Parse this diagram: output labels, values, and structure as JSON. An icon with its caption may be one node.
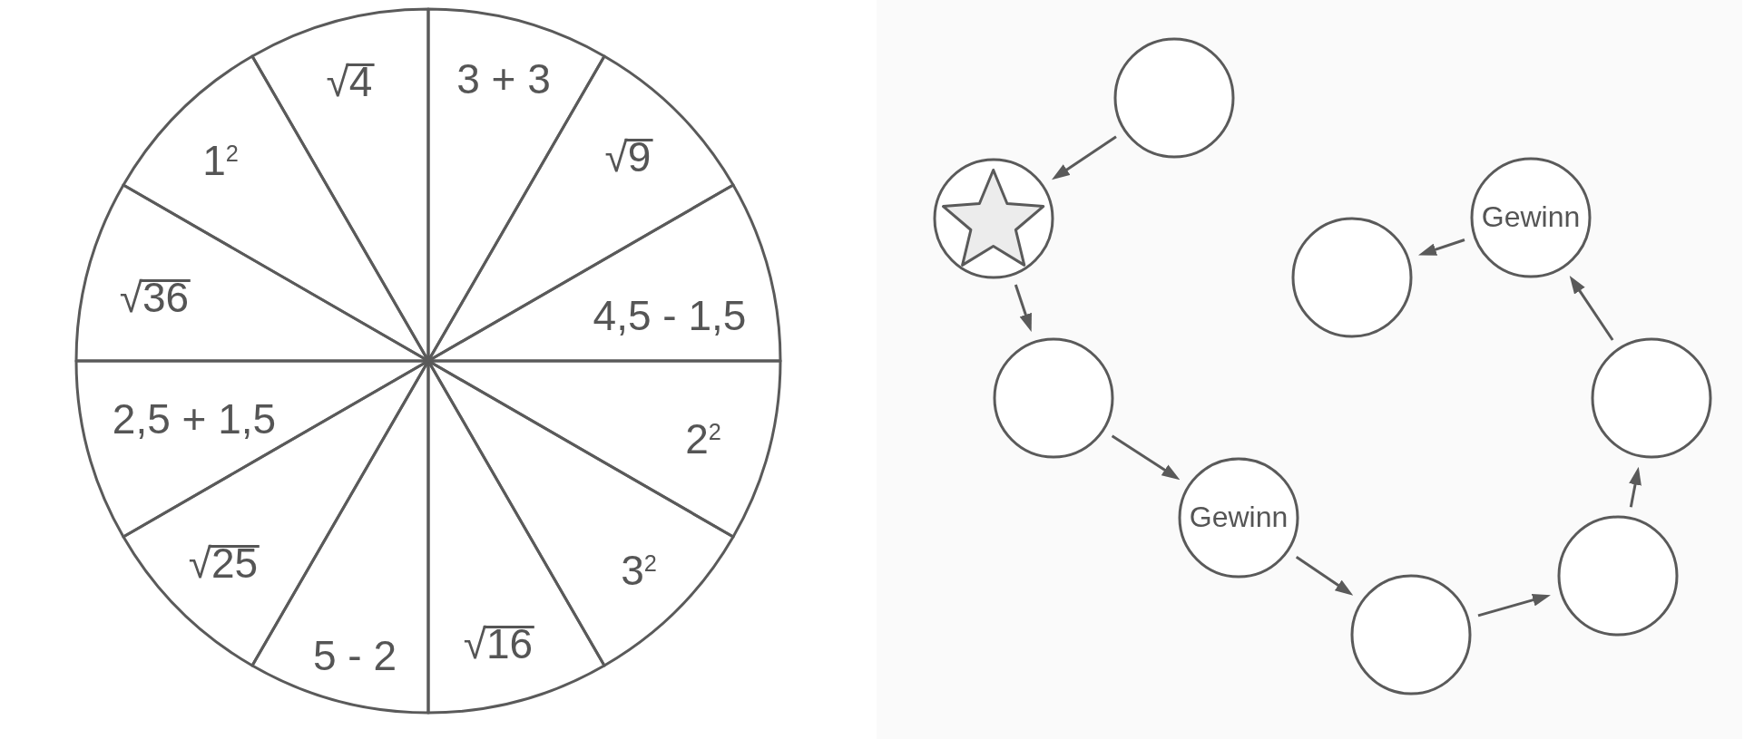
{
  "diagram": {
    "nodes": [
      {
        "text": [
          "3 + 3"
        ]
      },
      {
        "text": [
          "√9"
        ]
      },
      {
        "text": [
          "4,5 - 1,5"
        ]
      },
      {
        "text": [
          "2$^{2}$"
        ]
      },
      {
        "text": [
          "3$^{2}$"
        ]
      },
      {
        "text": [
          "√16"
        ]
      },
      {
        "text": [
          "5 - 2"
        ]
      },
      {
        "text": [
          "√25"
        ]
      },
      {
        "text": [
          "2,5 + 1,5"
        ]
      },
      {
        "text": [
          "√36"
        ]
      },
      {
        "text": [
          "1$^{2}$"
        ]
      },
      {
        "text": [
          "√4"
        ]
      },
      {
        "text": [],
        "shape": "circle"
      },
      {
        "text": [],
        "shape": "star"
      },
      {
        "text": [],
        "shape": "circle"
      },
      {
        "text": [
          "Gewinn"
        ]
      },
      {
        "text": [],
        "shape": "circle"
      },
      {
        "text": [],
        "shape": "circle"
      },
      {
        "text": [],
        "shape": "circle"
      },
      {
        "text": [
          "Gewinn"
        ]
      },
      {
        "text": [],
        "shape": "circle"
      }
    ],
    "edges": [
      {
        "from": 12,
        "to": 13,
        "arrow": "to"
      },
      {
        "from": 13,
        "to": 14,
        "arrow": "to"
      },
      {
        "from": 14,
        "to": 15,
        "arrow": "to"
      },
      {
        "from": 15,
        "to": 16,
        "arrow": "to"
      },
      {
        "from": 16,
        "to": 17,
        "arrow": "to"
      },
      {
        "from": 17,
        "to": 18,
        "arrow": "to"
      },
      {
        "from": 18,
        "to": 19,
        "arrow": "to"
      },
      {
        "from": 19,
        "to": 20,
        "arrow": "to"
      }
    ]
  }
}
